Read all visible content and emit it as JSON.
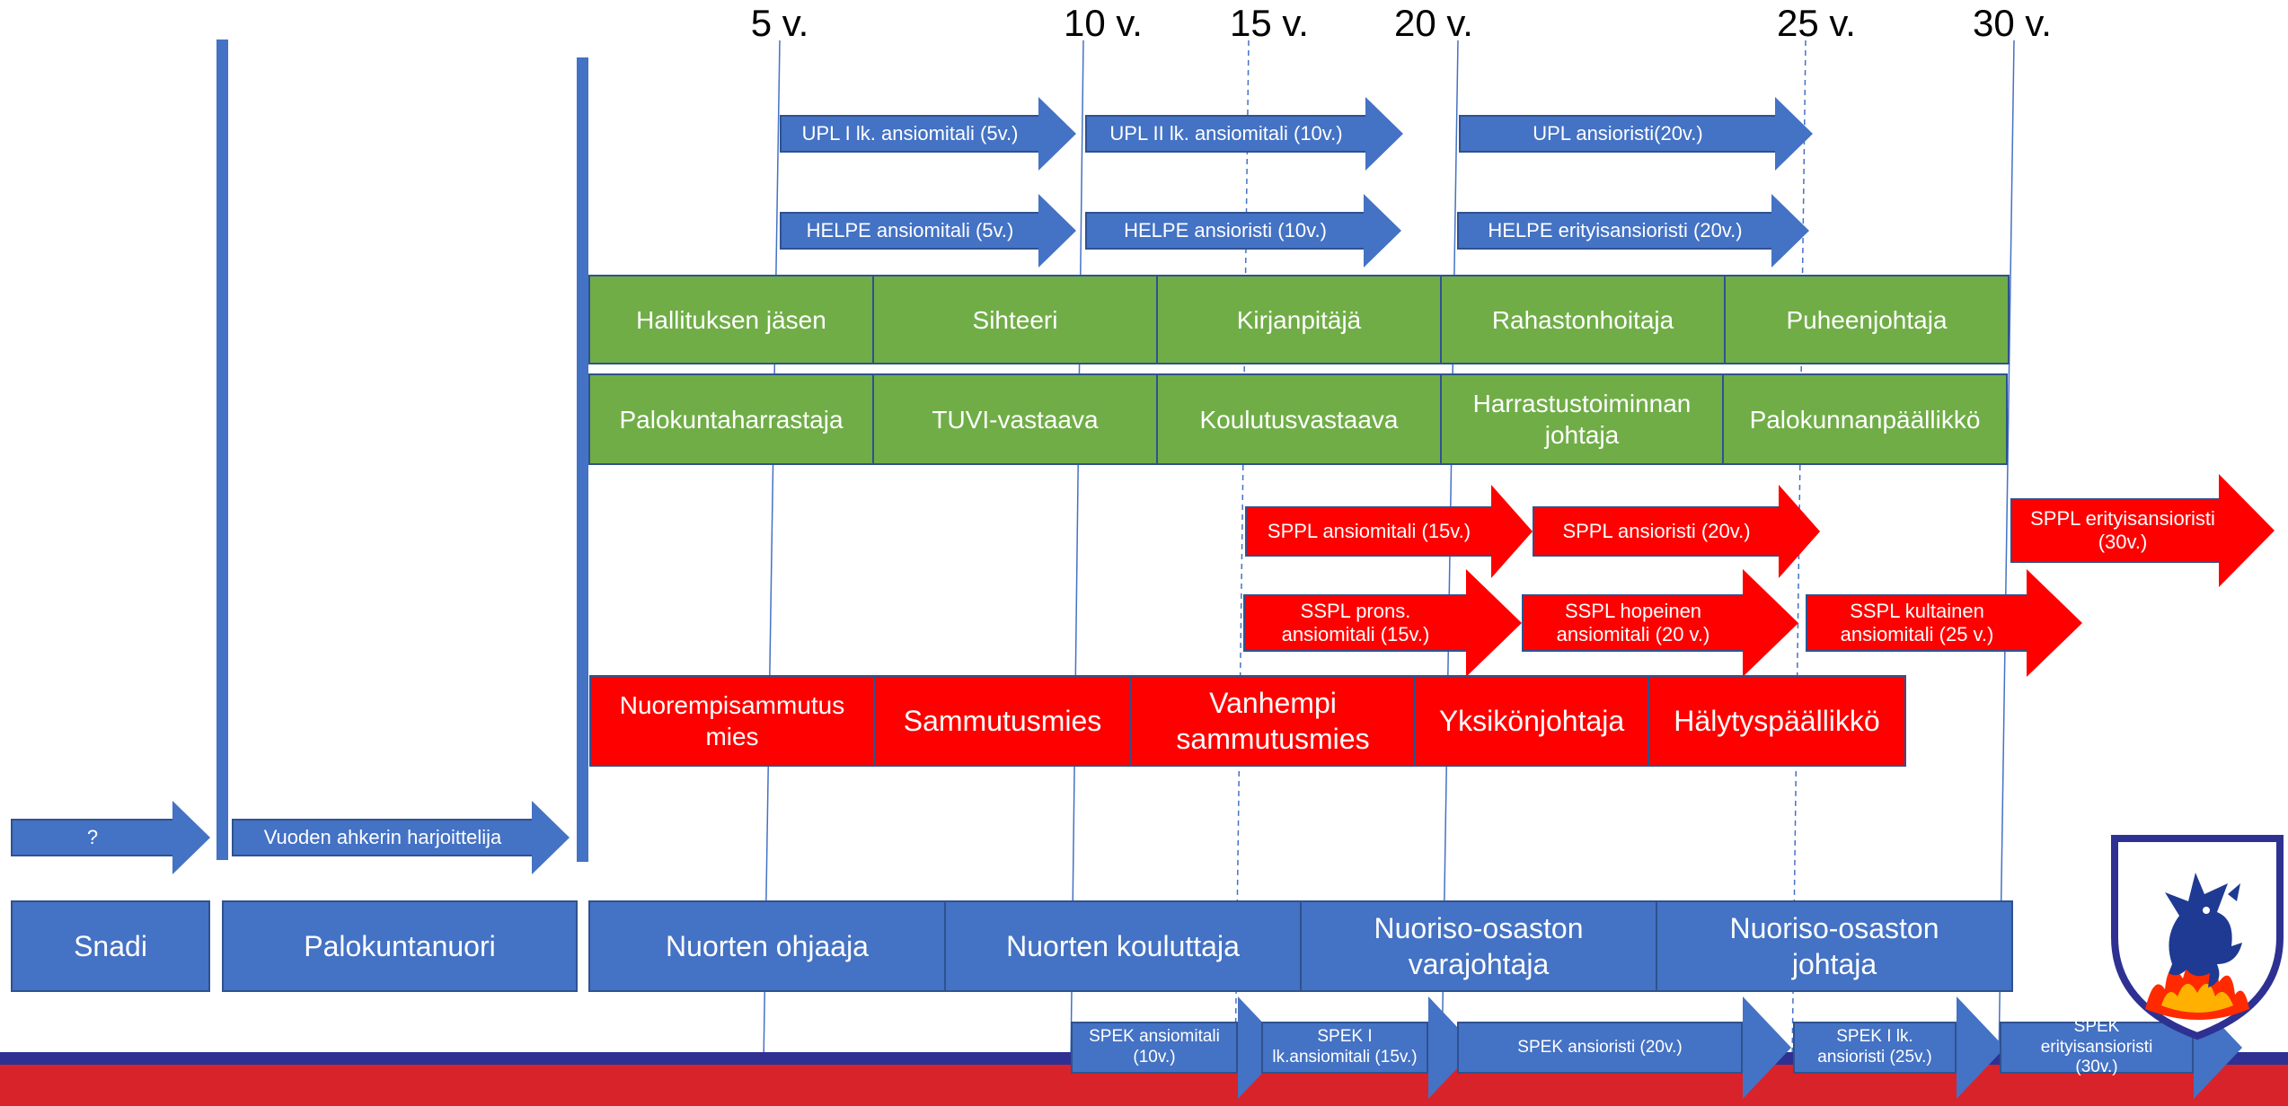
{
  "years": [
    "5 v.",
    "10 v.",
    "15 v.",
    "20 v.",
    "25 v.",
    "30 v."
  ],
  "upl_arrows": [
    "UPL I lk. ansiomitali (5v.)",
    "UPL II lk. ansiomitali (10v.)",
    "UPL ansioristi(20v.)"
  ],
  "helpe_arrows": [
    "HELPE ansiomitali (5v.)",
    "HELPE ansioristi (10v.)",
    "HELPE erityisansioristi (20v.)"
  ],
  "board_roles": [
    "Hallituksen jäsen",
    "Sihteeri",
    "Kirjanpitäjä",
    "Rahastonhoitaja",
    "Puheenjohtaja"
  ],
  "hobby_roles": [
    "Palokuntaharrastaja",
    "TUVI-vastaava",
    "Koulutusvastaava",
    "Harrastustoiminnan johtaja",
    "Palokunnanpäällikkö"
  ],
  "sppl_arrows": [
    "SPPL ansiomitali (15v.)",
    "SPPL ansioristi (20v.)",
    "SPPL erityisansioristi (30v.)"
  ],
  "sspl_arrows": [
    "SSPL prons. ansiomitali (15v.)",
    "SSPL hopeinen ansiomitali (20 v.)",
    "SSPL kultainen ansiomitali (25 v.)"
  ],
  "firefighter_roles": [
    "Nuorempisammutus mies",
    "Sammutusmies",
    "Vanhempi sammutusmies",
    "Yksikönjohtaja",
    "Hälytyspäällikkö"
  ],
  "youth_arrows": [
    "?",
    "Vuoden ahkerin harjoittelija"
  ],
  "youth_roles": [
    "Snadi",
    "Palokuntanuori",
    "Nuorten ohjaaja",
    "Nuorten kouluttaja",
    "Nuoriso-osaston varajohtaja",
    "Nuoriso-osaston johtaja"
  ],
  "spek_arrows": [
    "SPEK ansiomitali (10v.)",
    "SPEK I lk.ansiomitali (15v.)",
    "SPEK ansioristi (20v.)",
    "SPEK I lk. ansioristi (25v.)",
    "SPEK erityisansioristi (30v.)"
  ],
  "colors": {
    "blue": "#4472c4",
    "green": "#70ad47",
    "red": "#ff0000",
    "navy_band": "#2e3192",
    "red_band": "#d9232a"
  },
  "logo_icon": "wolf-and-flames-emblem-icon"
}
